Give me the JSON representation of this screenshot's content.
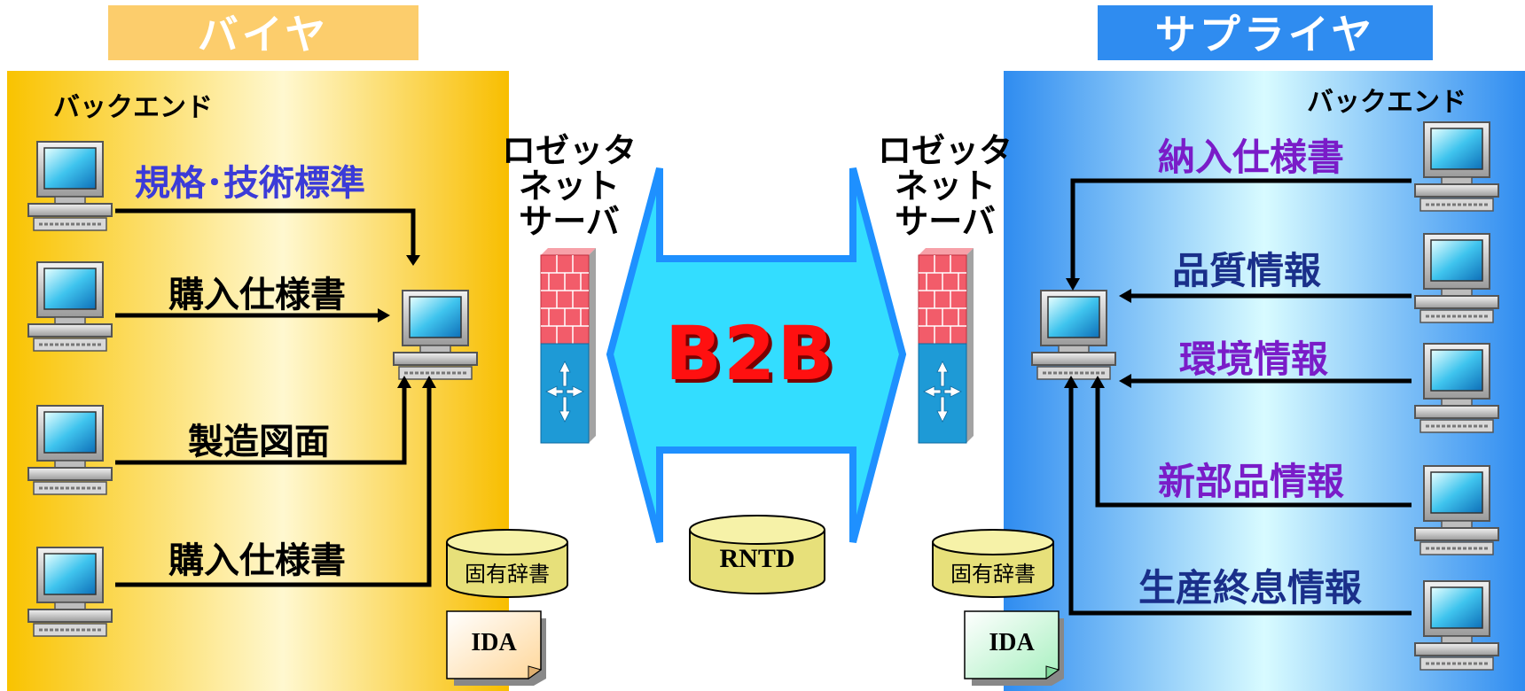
{
  "buyer": {
    "title": "バイヤ",
    "backend": "バックエンド",
    "docs": [
      "規格･技術標準",
      "購入仕様書",
      "製造図面",
      "購入仕様書"
    ],
    "server_label": [
      "ロゼッタ",
      "ネット",
      "サーバ"
    ],
    "dictionary": "固有辞書",
    "ida": "IDA"
  },
  "supplier": {
    "title": "サプライヤ",
    "backend": "バックエンド",
    "docs": [
      "納入仕様書",
      "品質情報",
      "環境情報",
      "新部品情報",
      "生産終息情報"
    ],
    "server_label": [
      "ロゼッタ",
      "ネット",
      "サーバ"
    ],
    "dictionary": "固有辞書",
    "ida": "IDA"
  },
  "center": {
    "label": "B2B",
    "database": "RNTD"
  },
  "colors": {
    "buyer_title_bg": "#fccd6c",
    "supplier_title_bg": "#2f8cf0",
    "buyer_panel": "#f9c300",
    "supplier_panel": "#2f8cf0",
    "doc_blue": "#3b3bd8",
    "doc_purple": "#7a1cc8",
    "doc_navy": "#1a2f8a",
    "arrow_fill": "#33ddff",
    "arrow_stroke": "#1e90ff",
    "b2b_text": "#ff1010",
    "firewall_red": "#f25c6a",
    "router_blue": "#1e9ad6",
    "cylinder": "#e7e07a"
  },
  "icons": [
    "computer-icon",
    "firewall-icon",
    "database-icon",
    "document-icon"
  ]
}
